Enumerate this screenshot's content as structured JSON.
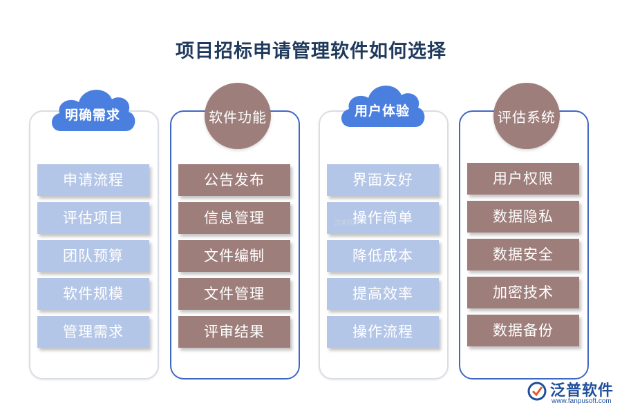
{
  "title": "项目招标申请管理软件如何选择",
  "columns": [
    {
      "heading": "明确需求",
      "items": [
        "申请流程",
        "评估项目",
        "团队预算",
        "软件规模",
        "管理需求"
      ]
    },
    {
      "heading": "软件功能",
      "items": [
        "公告发布",
        "信息管理",
        "文件编制",
        "文件管理",
        "评审结果"
      ]
    },
    {
      "heading": "用户体验",
      "items": [
        "界面友好",
        "操作简单",
        "降低成本",
        "提高效率",
        "操作流程"
      ]
    },
    {
      "heading": "评估系统",
      "items": [
        "用户权限",
        "数据隐私",
        "数据安全",
        "加密技术",
        "数据备份"
      ]
    }
  ],
  "watermark": "泛普软件",
  "logo": {
    "name": "泛普软件",
    "url": "www.fanpusoft.com"
  },
  "colors": {
    "title": "#1f3a5c",
    "cloud": "#4a7fe0",
    "light_item": "#b4c6e7",
    "mauve": "#9e7e7b",
    "blue_border": "#3f67c4"
  }
}
